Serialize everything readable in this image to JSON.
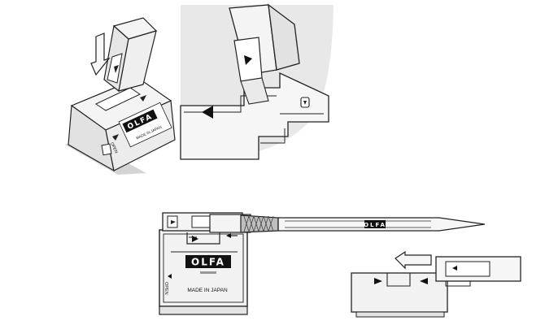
{
  "figure": {
    "panel1": {
      "brand": "OLFA",
      "open_label": "OPEN",
      "made_in_label": "MADE IN JAPAN"
    },
    "panel3": {
      "brand": "OLFA",
      "open_label": "OPEN",
      "made_in_label": "MADE IN JAPAN",
      "handle_brand": "OLFA"
    }
  },
  "colors": {
    "line": "#222222",
    "bg_panel": "#e8e8e8",
    "box_fill": "#f2f2f2",
    "dark_fill": "#333333",
    "arrow_fill": "#f7f7f7"
  }
}
